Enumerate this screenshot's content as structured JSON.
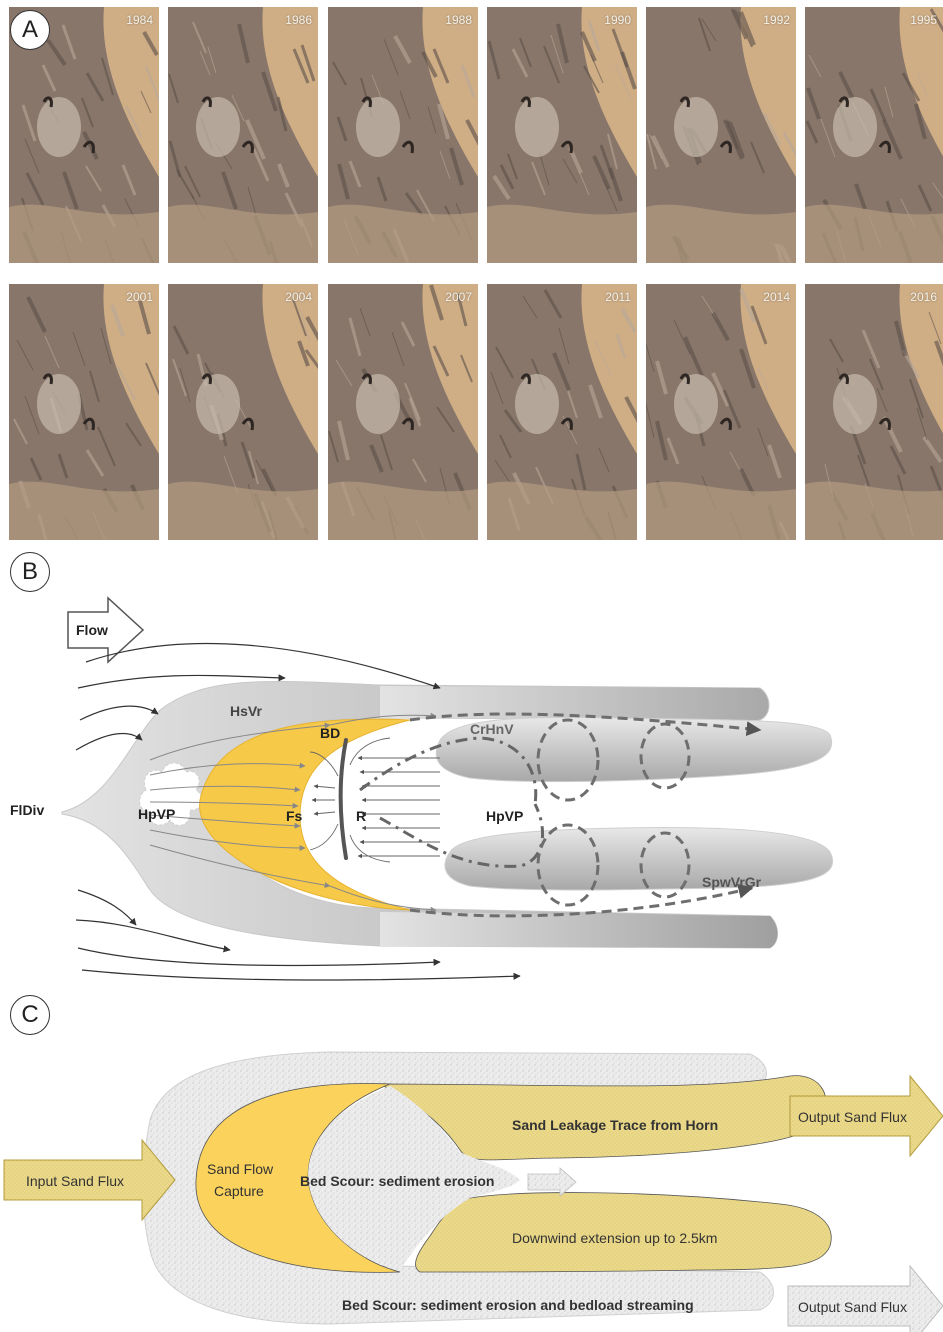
{
  "panels": {
    "a": "A",
    "b": "B",
    "c": "C"
  },
  "panel_a": {
    "years": [
      "1984",
      "1986",
      "1988",
      "1990",
      "1992",
      "1995",
      "2001",
      "2004",
      "2007",
      "2011",
      "2014",
      "2016"
    ]
  },
  "panel_b": {
    "flow": "Flow",
    "fldiv": "FlDiv",
    "hsvr": "HsVr",
    "bd": "BD",
    "crhnv": "CrHnV",
    "hpvp_left": "HpVP",
    "fs": "Fs",
    "r": "R",
    "hpvp_center": "HpVP",
    "spwvrgr": "SpwVrGr"
  },
  "panel_c": {
    "input_flux": "Input Sand Flux",
    "capture_line1": "Sand Flow",
    "capture_line2": "Capture",
    "bed_scour_center": "Bed Scour: sediment erosion",
    "leakage": "Sand Leakage Trace from Horn",
    "output_flux_top": "Output Sand Flux",
    "downwind": "Downwind extension up to 2.5km",
    "bed_scour_bottom": "Bed Scour: sediment erosion and bedload streaming",
    "output_flux_bottom": "Output Sand Flux"
  },
  "colors": {
    "barchan_yellow": "#f7c948",
    "sand_flux_yellow": "#ebd98a",
    "vortex_gray": "#b9b9b9",
    "satellite_sand": "#cfae86",
    "satellite_rock": "#7a6c64"
  }
}
